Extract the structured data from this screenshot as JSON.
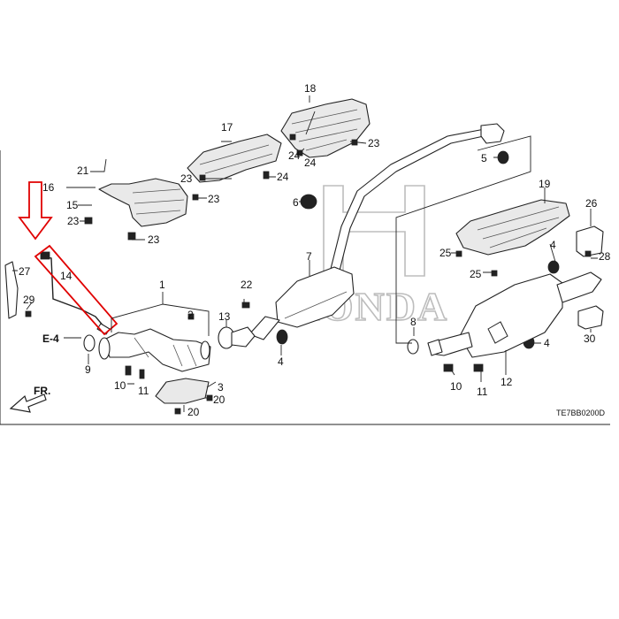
{
  "callouts": {
    "c1": "1",
    "c2": "2",
    "c3": "3",
    "c4a": "4",
    "c4b": "4",
    "c4c": "4",
    "c5": "5",
    "c6": "6",
    "c7": "7",
    "c8": "8",
    "c9": "9",
    "c10a": "10",
    "c10b": "10",
    "c11a": "11",
    "c11b": "11",
    "c12": "12",
    "c13": "13",
    "c14": "14",
    "c15": "15",
    "c16": "16",
    "c17": "17",
    "c18": "18",
    "c19": "19",
    "c20a": "20",
    "c20b": "20",
    "c21": "21",
    "c22": "22",
    "c23a": "23",
    "c23b": "23",
    "c23c": "23",
    "c23d": "23",
    "c23e": "23",
    "c24a": "24",
    "c24b": "24",
    "c24c": "24",
    "c25a": "25",
    "c25b": "25",
    "c26": "26",
    "c27": "27",
    "c28": "28",
    "c29": "29",
    "c30": "30"
  },
  "section_ref": "E-4",
  "front_indicator": "FR.",
  "diagram_code": "TE7BB0200D",
  "watermark": {
    "brand": "HONDA",
    "color": "#bdbdbd"
  },
  "highlight": {
    "part": "14",
    "color": "#e00000"
  }
}
